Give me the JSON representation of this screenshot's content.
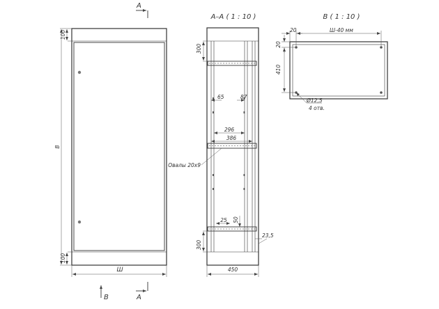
{
  "section_marks": {
    "top": "A",
    "bottom_a": "A",
    "bottom_b": "B"
  },
  "views": {
    "section_title": "А–А ( 1 : 10 )",
    "plan_title": "В ( 1 : 10 )"
  },
  "front_dims": {
    "top_height": "100",
    "overall_height": "В",
    "bottom_height": "100",
    "width": "Ш"
  },
  "section_dims": {
    "top_300": "300",
    "bottom_300": "300",
    "d65": "65",
    "d87": "87",
    "d296": "296",
    "d386": "386",
    "d25": "25",
    "d50": "50",
    "d23_5": "23,5",
    "d450": "450",
    "oval_note": "Овалы 20х9"
  },
  "plan_dims": {
    "d20_top": "20",
    "width_note": "Ш-40 мм",
    "d20_side": "20",
    "d410": "410",
    "hole_dia": "Ø12,5",
    "hole_count": "4 отв."
  },
  "colors": {
    "line": "#333333",
    "background": "#ffffff"
  }
}
